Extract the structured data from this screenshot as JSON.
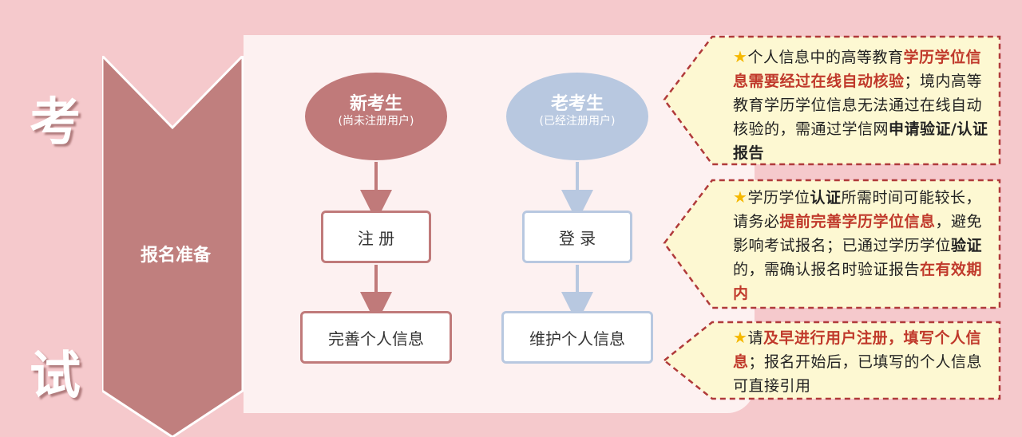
{
  "side": {
    "top_char": "考",
    "bottom_char": "试"
  },
  "stage": {
    "label": "报名准备"
  },
  "flows": {
    "new_candidate": {
      "title": "新考生",
      "subtitle": "(尚未注册用户)",
      "steps": [
        "注 册",
        "完善个人信息"
      ]
    },
    "old_candidate": {
      "title": "老考生",
      "subtitle": "(已经注册用户)",
      "steps": [
        "登 录",
        "维护个人信息"
      ]
    }
  },
  "notes": [
    {
      "icon": "star-icon",
      "segments": [
        {
          "text": "个人信息中的高等教育",
          "style": "normal"
        },
        {
          "text": "学历学位信息需要经过在线自动核验",
          "style": "red"
        },
        {
          "text": "；境内高等教育学历学位信息无法通过在线自动核验的，需通过学信网",
          "style": "normal"
        },
        {
          "text": "申请验证/认证报告",
          "style": "bold"
        }
      ]
    },
    {
      "icon": "star-icon",
      "segments": [
        {
          "text": "学历学位",
          "style": "normal"
        },
        {
          "text": "认证",
          "style": "bold"
        },
        {
          "text": "所需时间可能较长，请务必",
          "style": "normal"
        },
        {
          "text": "提前完善学历学位信息",
          "style": "red"
        },
        {
          "text": "，避免影响考试报名；已通过学历学位",
          "style": "normal"
        },
        {
          "text": "验证",
          "style": "bold"
        },
        {
          "text": "的，需确认报名时验证报告",
          "style": "normal"
        },
        {
          "text": "在有效期内",
          "style": "red"
        }
      ]
    },
    {
      "icon": "star-icon",
      "segments": [
        {
          "text": "请",
          "style": "normal"
        },
        {
          "text": "及早进行用户注册，填写个人信息",
          "style": "red"
        },
        {
          "text": "；报名开始后，已填写的个人信息可直接引用",
          "style": "normal"
        }
      ]
    }
  ],
  "colors": {
    "background": "#f5c9cc",
    "chevron": "#c07f7e",
    "new_flow": "#c07a7a",
    "old_flow": "#b8c8e0",
    "note_fill": "#fdf8d2",
    "note_border": "#b03a3a",
    "highlight_red": "#c0392b",
    "star": "#f5b800"
  }
}
